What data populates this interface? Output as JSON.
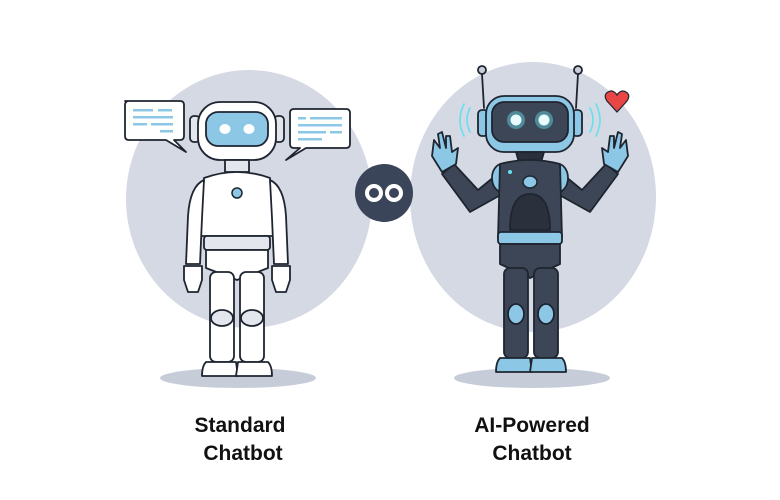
{
  "colors": {
    "background": "#ffffff",
    "blob": "#d4d9e3",
    "ground_shadow": "#c6ccd8",
    "outline": "#1e2530",
    "accent_blue": "#8cc8e6",
    "glow_cyan": "#66e0f0",
    "dark_body": "#3d4657",
    "dark_body_shade": "#2a303c",
    "white_body": "#ffffff",
    "light_shade": "#e3e6ec",
    "heart": "#e84545",
    "badge": "#3b4559"
  },
  "left": {
    "title_line1": "Standard",
    "title_line2": "Chatbot",
    "icons": [
      "speech-bubble-left",
      "speech-bubble-right",
      "white-robot"
    ]
  },
  "center": {
    "icon": "versus-infinity-badge"
  },
  "right": {
    "title_line1": "AI-Powered",
    "title_line2": "Chatbot",
    "title_note": "the 'e' in 'Powered' is visually garbled in the source image",
    "icons": [
      "dark-robot",
      "heart",
      "signal-waves"
    ]
  }
}
